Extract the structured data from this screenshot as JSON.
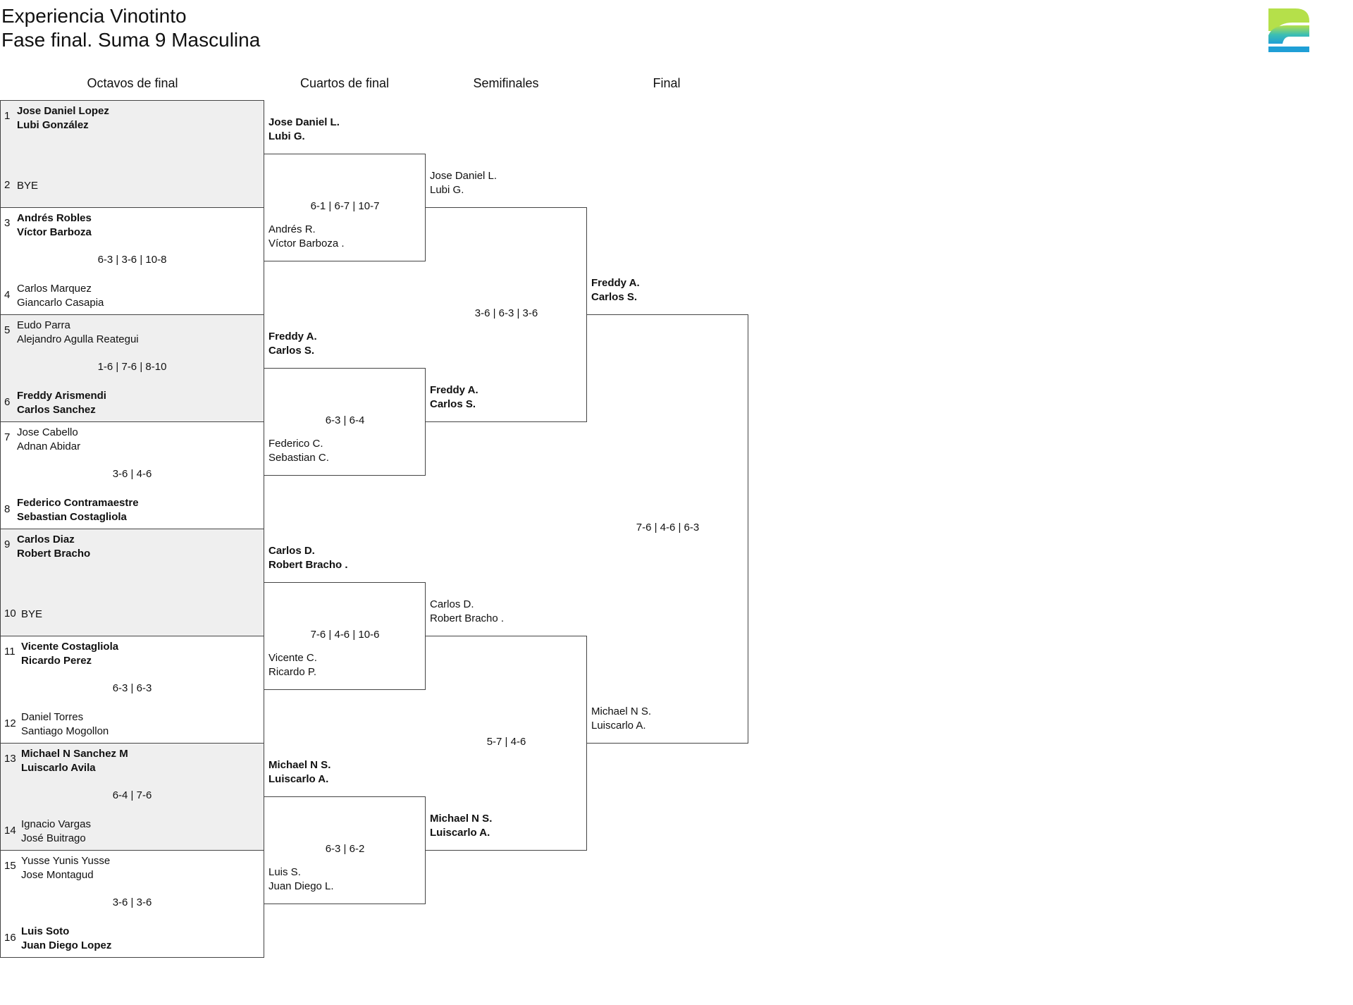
{
  "header": {
    "title": "Experiencia Vinotinto",
    "subtitle": "Fase final. Suma 9 Masculina",
    "logo_colors": [
      "#b5e04a",
      "#3dbfb2",
      "#1f9fd6"
    ]
  },
  "rounds": [
    "Octavos de final",
    "Cuartos de final",
    "Semifinales",
    "Final"
  ],
  "octavos": [
    {
      "score": "",
      "a": {
        "seed": "1",
        "p1": "Jose Daniel Lopez",
        "p2": "Lubi González",
        "win": true
      },
      "b": {
        "seed": "2",
        "p1": "BYE",
        "p2": "",
        "win": false
      }
    },
    {
      "score": "6-3 | 3-6 | 10-8",
      "a": {
        "seed": "3",
        "p1": "Andrés Robles",
        "p2": "Víctor Barboza",
        "win": true
      },
      "b": {
        "seed": "4",
        "p1": "Carlos Marquez",
        "p2": "Giancarlo Casapia",
        "win": false
      }
    },
    {
      "score": "1-6 | 7-6 | 8-10",
      "a": {
        "seed": "5",
        "p1": "Eudo Parra",
        "p2": "Alejandro Agulla Reategui",
        "win": false
      },
      "b": {
        "seed": "6",
        "p1": "Freddy Arismendi",
        "p2": "Carlos Sanchez",
        "win": true
      }
    },
    {
      "score": "3-6 | 4-6",
      "a": {
        "seed": "7",
        "p1": "Jose Cabello",
        "p2": "Adnan Abidar",
        "win": false
      },
      "b": {
        "seed": "8",
        "p1": "Federico Contramaestre",
        "p2": "Sebastian Costagliola",
        "win": true
      }
    },
    {
      "score": "",
      "a": {
        "seed": "9",
        "p1": "Carlos Diaz",
        "p2": "Robert Bracho",
        "win": true
      },
      "b": {
        "seed": "10",
        "p1": "BYE",
        "p2": "",
        "win": false
      }
    },
    {
      "score": "6-3 | 6-3",
      "a": {
        "seed": "11",
        "p1": "Vicente Costagliola",
        "p2": "Ricardo Perez",
        "win": true
      },
      "b": {
        "seed": "12",
        "p1": "Daniel Torres",
        "p2": "Santiago Mogollon",
        "win": false
      }
    },
    {
      "score": "6-4 | 7-6",
      "a": {
        "seed": "13",
        "p1": "Michael N Sanchez M",
        "p2": "Luiscarlo Avila",
        "win": true
      },
      "b": {
        "seed": "14",
        "p1": "Ignacio Vargas",
        "p2": "José Buitrago",
        "win": false
      }
    },
    {
      "score": "3-6 | 3-6",
      "a": {
        "seed": "15",
        "p1": "Yusse Yunis Yusse",
        "p2": "Jose Montagud",
        "win": false
      },
      "b": {
        "seed": "16",
        "p1": "Luis Soto",
        "p2": "Juan Diego Lopez",
        "win": true
      }
    }
  ],
  "cuartos": [
    {
      "score": "6-1 | 6-7 | 10-7",
      "a": {
        "p1": "Jose Daniel L.",
        "p2": "Lubi G.",
        "win": true
      },
      "b": {
        "p1": "Andrés R.",
        "p2": "Víctor Barboza .",
        "win": false
      }
    },
    {
      "score": "6-3 | 6-4",
      "a": {
        "p1": "Freddy A.",
        "p2": "Carlos S.",
        "win": true
      },
      "b": {
        "p1": "Federico C.",
        "p2": "Sebastian C.",
        "win": false
      }
    },
    {
      "score": "7-6 | 4-6 | 10-6",
      "a": {
        "p1": "Carlos D.",
        "p2": "Robert Bracho .",
        "win": true
      },
      "b": {
        "p1": "Vicente C.",
        "p2": "Ricardo P.",
        "win": false
      }
    },
    {
      "score": "6-3 | 6-2",
      "a": {
        "p1": "Michael N S.",
        "p2": "Luiscarlo A.",
        "win": true
      },
      "b": {
        "p1": "Luis S.",
        "p2": "Juan Diego L.",
        "win": false
      }
    }
  ],
  "semis": [
    {
      "score": "3-6 | 6-3 | 3-6",
      "a": {
        "p1": "Jose Daniel L.",
        "p2": "Lubi G.",
        "win": false
      },
      "b": {
        "p1": "Freddy A.",
        "p2": "Carlos S.",
        "win": true
      }
    },
    {
      "score": "5-7 | 4-6",
      "a": {
        "p1": "Carlos D.",
        "p2": "Robert Bracho .",
        "win": false
      },
      "b": {
        "p1": "Michael N S.",
        "p2": "Luiscarlo A.",
        "win": true
      }
    }
  ],
  "final": [
    {
      "score": "7-6 | 4-6 | 6-3",
      "a": {
        "p1": "Freddy A.",
        "p2": "Carlos S.",
        "win": true
      },
      "b": {
        "p1": "Michael N S.",
        "p2": "Luiscarlo A.",
        "win": false
      }
    }
  ]
}
